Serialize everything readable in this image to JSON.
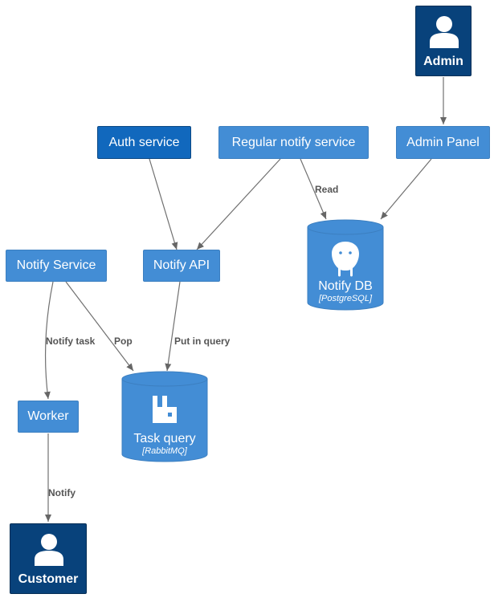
{
  "nodes": {
    "admin": "Admin",
    "admin_panel": "Admin Panel",
    "auth_service": "Auth service",
    "regular_notify_service": "Regular notify service",
    "notify_api": "Notify API",
    "notify_service": "Notify Service",
    "notify_db": {
      "name": "Notify DB",
      "tech": "[PostgreSQL]"
    },
    "task_query": {
      "name": "Task query",
      "tech": "[RabbitMQ]"
    },
    "worker": "Worker",
    "customer": "Customer"
  },
  "edges": {
    "read": "Read",
    "notify_task": "Notify task",
    "pop": "Pop",
    "put_in_query": "Put in query",
    "notify": "Notify"
  },
  "colors": {
    "service": "#438dd5",
    "external_service": "#1168bd",
    "person": "#08427b",
    "arrow": "#707070"
  }
}
